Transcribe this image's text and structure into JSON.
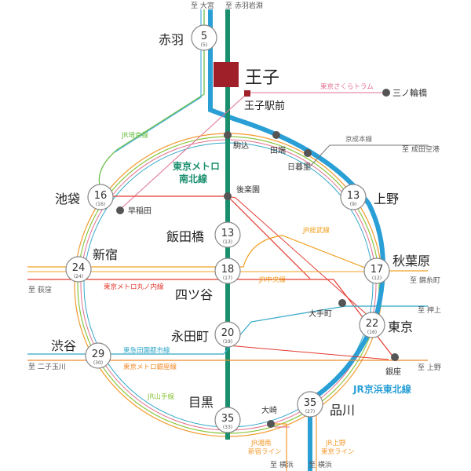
{
  "colors": {
    "nanboku": "#1a8f6e",
    "keihin_tohoku": "#2a9fd6",
    "yamanote": "#8cc63f",
    "saikyo": "#6cc04a",
    "chuo": "#f0a020",
    "shonan": "#f39a2e",
    "marunouchi": "#e23a30",
    "toden": "#e07090",
    "hanzomon": "#9b7cb6",
    "ginza": "#f08a2a",
    "den_en_toshi": "#33a8c8",
    "fukutoshin": "#b07a3a",
    "keisei": "#777777",
    "station_marker": "#888888",
    "oji_square": "#a0202a",
    "dark_station": "#555555"
  },
  "terminals": {
    "omiya": "至 大宮",
    "akabane_iwabuchi": "至 赤羽岩淵",
    "minowabashi": "三ノ輪橋",
    "narita": "至 成田空港",
    "kinshicho": "至 錦糸町",
    "oshiage": "至 押上",
    "ueno_ginza": "至 上野",
    "yokohama_shonan": "至 横浜",
    "yokohama_keihin": "至 横浜",
    "ogikubo": "至 荻窪",
    "futako": "至 二子玉川"
  },
  "lines": {
    "nanboku": "東京メトロ\n南北線",
    "nanboku_1": "東京メトロ",
    "nanboku_2": "南北線",
    "saikyo": "JR埼京線",
    "sakura_tram": "東京さくらトラム",
    "keisei": "京成本線",
    "sobu": "JR総武線",
    "chuo": "JR中央線",
    "marunouchi": "東京メトロ丸ノ内線",
    "den_en_toshi": "東急田園都市線",
    "ginza": "東京メトロ銀座線",
    "yamanote": "JR山手線",
    "keihin_tohoku": "JR京浜東北線",
    "shonan_1": "JR湘南",
    "shonan_2": "新宿ライン",
    "ueno_tokyo_1": "JR上野",
    "ueno_tokyo_2": "東京ライン"
  },
  "stations": {
    "oji": "王子",
    "oji_ekimae": "王子駅前",
    "akabane": {
      "name": "赤羽",
      "min": "5",
      "sub": "(5)"
    },
    "ikebukuro": {
      "name": "池袋",
      "min": "16",
      "sub": "(16)"
    },
    "ueno": {
      "name": "上野",
      "min": "13",
      "sub": "(9)"
    },
    "iidabashi": {
      "name": "飯田橋",
      "min": "13",
      "sub": "(13)"
    },
    "shinjuku": {
      "name": "新宿",
      "min": "24",
      "sub": "(24)"
    },
    "yotsuya": {
      "name": "四ツ谷",
      "min": "18",
      "sub": "(17)"
    },
    "akihabara": {
      "name": "秋葉原",
      "min": "17",
      "sub": "(12)"
    },
    "nagatacho": {
      "name": "永田町",
      "min": "20",
      "sub": "(19)"
    },
    "tokyo": {
      "name": "東京",
      "min": "22",
      "sub": "(16)"
    },
    "shibuya": {
      "name": "渋谷",
      "min": "29",
      "sub": "(30)"
    },
    "meguro": {
      "name": "目黒",
      "min": "35",
      "sub": "(33)"
    },
    "shinagawa": {
      "name": "品川",
      "min": "35",
      "sub": "(27)"
    },
    "komagome": "駒込",
    "tabata": "田端",
    "nippori": "日暮里",
    "korakuen": "後楽園",
    "waseda": "早稲田",
    "otemachi": "大手町",
    "ginza": "銀座",
    "osaki": "大崎"
  }
}
